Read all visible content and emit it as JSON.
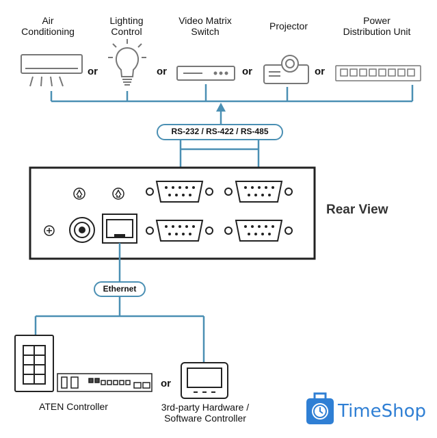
{
  "devices": [
    {
      "label_lines": [
        "Air",
        "Conditioning"
      ],
      "icon": "air-conditioner-icon"
    },
    {
      "label_lines": [
        "Lighting",
        "Control"
      ],
      "icon": "light-bulb-icon"
    },
    {
      "label_lines": [
        "Video Matrix",
        "Switch"
      ],
      "icon": "video-matrix-switch-icon"
    },
    {
      "label_lines": [
        "Projector"
      ],
      "icon": "projector-icon"
    },
    {
      "label_lines": [
        "Power",
        "Distribution Unit"
      ],
      "icon": "pdu-icon"
    }
  ],
  "or_label": "or",
  "serial_label": "RS-232 / RS-422 / RS-485",
  "rear_view_label": "Rear View",
  "ethernet_label": "Ethernet",
  "controllers": {
    "aten": "ATEN Controller",
    "third_party_line1": "3rd-party Hardware /",
    "third_party_line2": "Software Controller"
  },
  "watermark": "TimeShop",
  "colors": {
    "connector": "#4a8fb3",
    "outline": "#222222",
    "device": "#777777"
  }
}
